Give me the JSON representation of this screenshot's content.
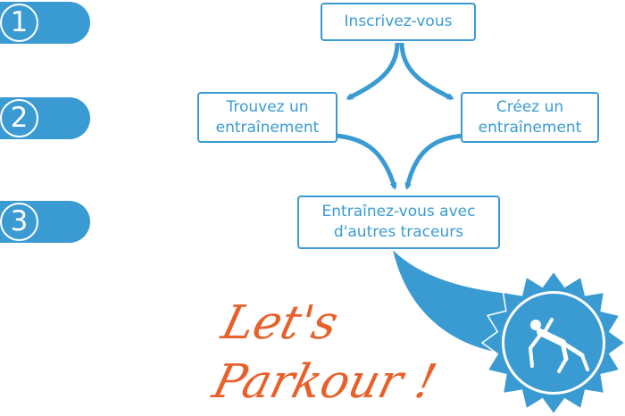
{
  "steps": [
    "1",
    "2",
    "3"
  ],
  "flow": {
    "top": "Inscrivez-vous",
    "left_line1": "Trouvez un",
    "left_line2": "entraînement",
    "right_line1": "Créez un",
    "right_line2": "entraînement",
    "bottom_line1": "Entraînez-vous avec",
    "bottom_line2": "d'autres traceurs"
  },
  "tagline": {
    "line1": "Let's",
    "line2": "Parkour !"
  },
  "colors": {
    "accent": "#3a9bd3",
    "tagline": "#e8602a"
  },
  "icons": {
    "badge": "parkour-jumper-icon"
  }
}
